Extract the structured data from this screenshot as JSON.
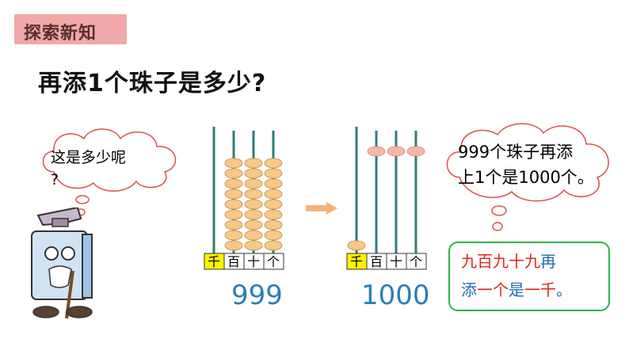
{
  "header": {
    "tag_label": "探索新知"
  },
  "question": "再添1个珠子是多少?",
  "left_cloud": {
    "line1": "这是多少呢",
    "line2": "?"
  },
  "right_cloud": {
    "line1": "999个珠子再添",
    "line2": "上1个是1000个。"
  },
  "abacus_left": {
    "labels": [
      "千",
      "百",
      "十",
      "个"
    ],
    "value": "999",
    "beads": [
      0,
      9,
      9,
      9
    ]
  },
  "abacus_right": {
    "labels": [
      "千",
      "百",
      "十",
      "个"
    ],
    "value": "1000",
    "beads": [
      1,
      0,
      0,
      0
    ]
  },
  "conclusion": {
    "part1": "九百九十九",
    "part2": "再",
    "part3": "添",
    "part4": "一个",
    "part5": "是",
    "part6": "一千",
    "part7": "。"
  },
  "colors": {
    "accent": "#2a7fb4",
    "bead": "#f4c98a",
    "bead_pink": "#f6b7a6",
    "rod": "#2f7d78",
    "green": "#2bb34a",
    "red": "#e2231a"
  }
}
